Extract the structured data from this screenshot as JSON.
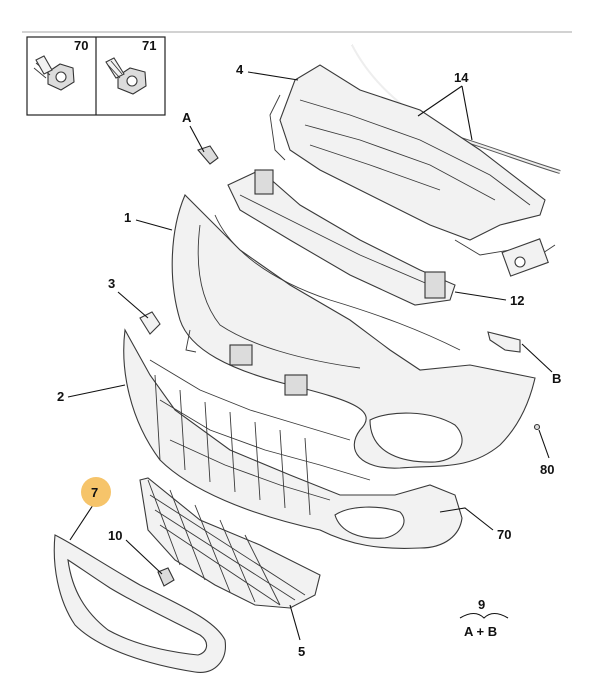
{
  "callouts": {
    "c70_box": "70",
    "c71_box": "71",
    "c4": "4",
    "c14": "14",
    "cA": "A",
    "c1": "1",
    "c3": "3",
    "c12": "12",
    "c2": "2",
    "cB": "B",
    "c80": "80",
    "c7": "7",
    "c10": "10",
    "c70": "70",
    "c5": "5",
    "c9": "9",
    "cAB": "A + B"
  },
  "colors": {
    "highlight": "#f6c46a",
    "outline": "#3a3a3a",
    "fill": "#f2f2f2"
  }
}
